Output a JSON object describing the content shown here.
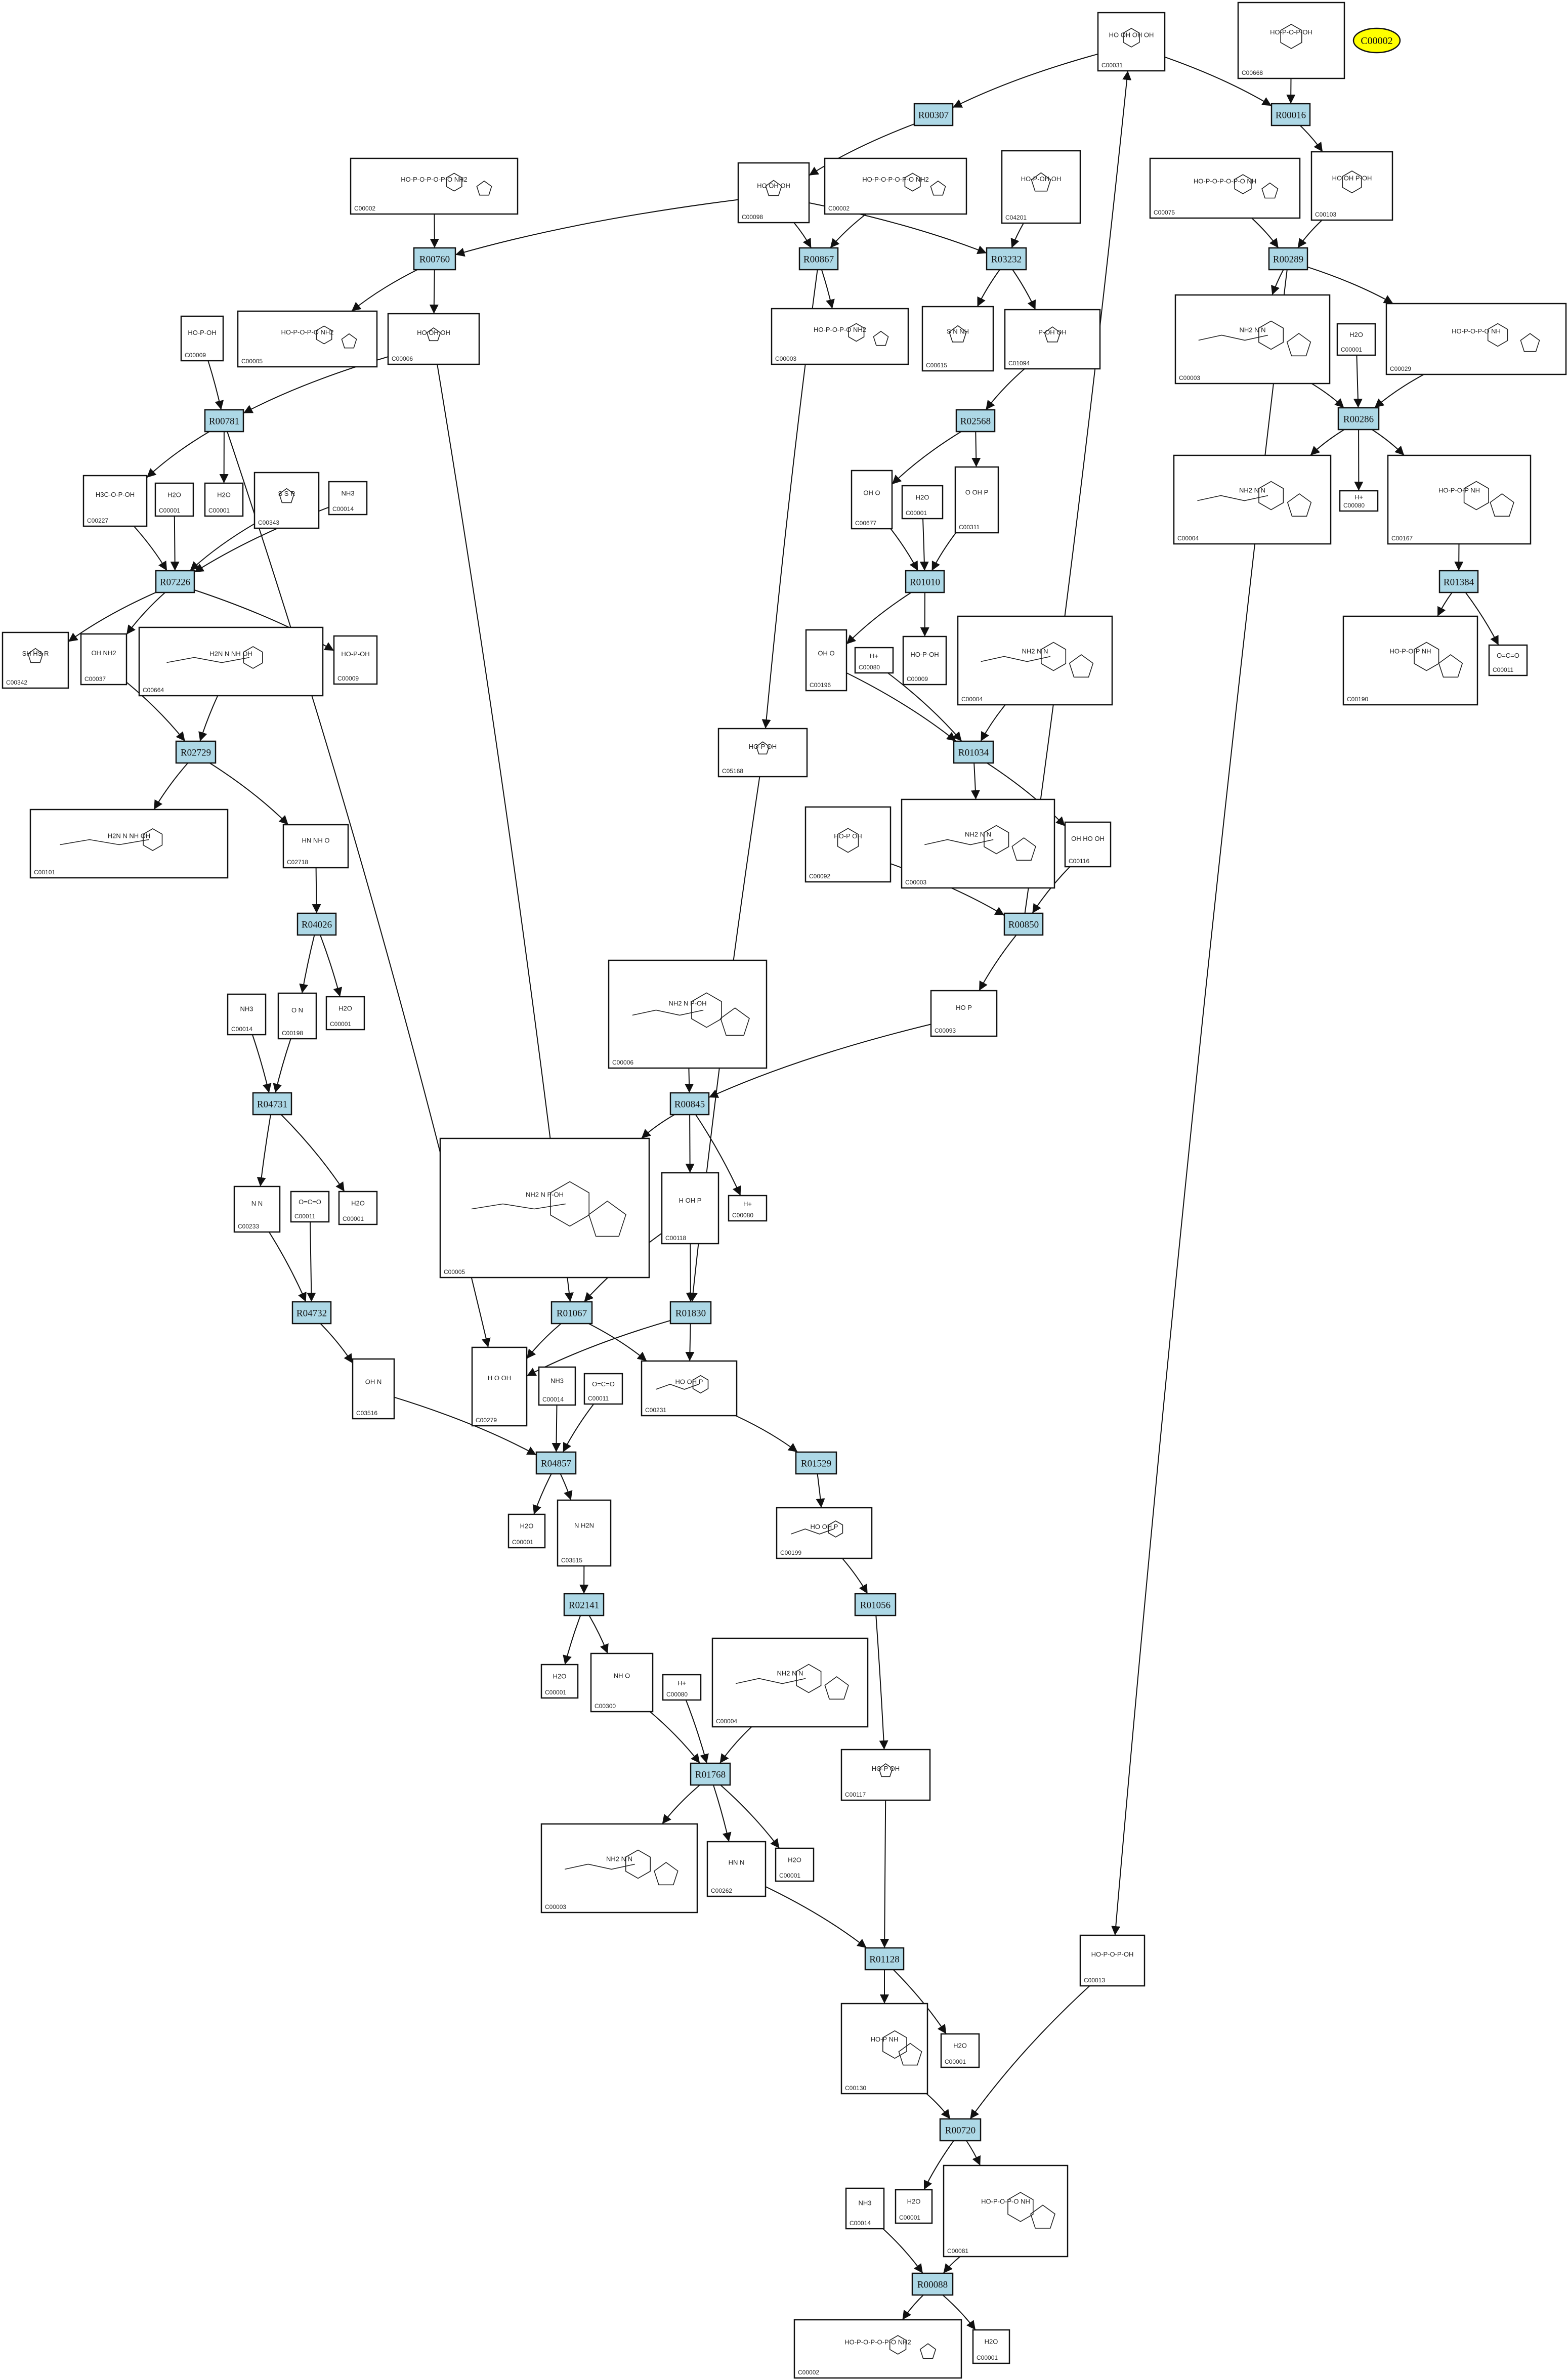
{
  "highlight": {
    "label": "C00002"
  },
  "colors": {
    "reaction_fill": "#add8e6",
    "compound_fill": "#ffffff",
    "highlight_fill": "#ffff00",
    "edge": "#111111"
  },
  "compounds": [
    {
      "id": "C00031",
      "lbl": "C00031",
      "text": "HO OH OH OH",
      "shape": "ring6"
    },
    {
      "id": "C00668",
      "lbl": "C00668",
      "text": "HO-P-O-P-OH",
      "shape": "ring6"
    },
    {
      "id": "C00002a",
      "lbl": "C00002",
      "text": "HO-P-O-P-O-P-O NH2",
      "shape": "nuc"
    },
    {
      "id": "C00098",
      "lbl": "C00098",
      "text": "HO OH OH",
      "shape": "ring5"
    },
    {
      "id": "C00002b",
      "lbl": "C00002",
      "text": "HO-P-O-P-O-P-O NH2",
      "shape": "nuc"
    },
    {
      "id": "C04201",
      "lbl": "C04201",
      "text": "HO-P-OH OH",
      "shape": "ring5"
    },
    {
      "id": "C00075",
      "lbl": "C00075",
      "text": "HO-P-O-P-O-P-O NH",
      "shape": "nuc"
    },
    {
      "id": "C00103",
      "lbl": "C00103",
      "text": "HO OH P-OH",
      "shape": "ring6"
    },
    {
      "id": "C00009a",
      "lbl": "C00009",
      "text": "HO-P-OH",
      "shape": "small"
    },
    {
      "id": "C00005",
      "lbl": "C00005",
      "text": "HO-P-O-P-O NH2",
      "shape": "nuc"
    },
    {
      "id": "C00006",
      "lbl": "C00006",
      "text": "HO OH OH",
      "shape": "ring5"
    },
    {
      "id": "C00003a",
      "lbl": "C00003",
      "text": "HO-P-O-P-O NH2",
      "shape": "nuc"
    },
    {
      "id": "C00615",
      "lbl": "C00615",
      "text": "S N NH",
      "shape": "ring5"
    },
    {
      "id": "C01094",
      "lbl": "C01094",
      "text": "P-OH OH",
      "shape": "ring5"
    },
    {
      "id": "C00003b",
      "lbl": "C00003",
      "text": "NH2 N N",
      "shape": "nad"
    },
    {
      "id": "C00001a",
      "lbl": "C00001",
      "text": "H2O",
      "shape": "small"
    },
    {
      "id": "C00029",
      "lbl": "C00029",
      "text": "HO-P-O-P-O NH",
      "shape": "nuc"
    },
    {
      "id": "C00227",
      "lbl": "C00227",
      "text": "H3C-O-P-OH",
      "shape": "small"
    },
    {
      "id": "C00001b",
      "lbl": "C00001",
      "text": "H2O",
      "shape": "small"
    },
    {
      "id": "C00001c",
      "lbl": "C00001",
      "text": "H2O",
      "shape": "small"
    },
    {
      "id": "C00343",
      "lbl": "C00343",
      "text": "S S R",
      "shape": "ring5"
    },
    {
      "id": "C00014a",
      "lbl": "C00014",
      "text": "NH3",
      "shape": "small"
    },
    {
      "id": "C00677",
      "lbl": "C00677",
      "text": "OH O",
      "shape": "small"
    },
    {
      "id": "C00001d",
      "lbl": "C00001",
      "text": "H2O",
      "shape": "small"
    },
    {
      "id": "C00311",
      "lbl": "C00311",
      "text": "O OH P",
      "shape": "small"
    },
    {
      "id": "C00004a",
      "lbl": "C00004",
      "text": "NH2 N N",
      "shape": "nad"
    },
    {
      "id": "C00080a",
      "lbl": "C00080",
      "text": "H+",
      "shape": "small"
    },
    {
      "id": "C00167",
      "lbl": "C00167",
      "text": "HO-P-O-P NH",
      "shape": "nuc"
    },
    {
      "id": "C00342",
      "lbl": "C00342",
      "text": "SH HS R",
      "shape": "ring5"
    },
    {
      "id": "C00037",
      "lbl": "C00037",
      "text": "OH NH2",
      "shape": "small"
    },
    {
      "id": "C00664",
      "lbl": "C00664",
      "text": "H2N N NH OH",
      "shape": "long"
    },
    {
      "id": "C00009b",
      "lbl": "C00009",
      "text": "HO-P-OH",
      "shape": "small"
    },
    {
      "id": "C00196",
      "lbl": "C00196",
      "text": "OH O",
      "shape": "small"
    },
    {
      "id": "C00080b",
      "lbl": "C00080",
      "text": "H+",
      "shape": "small"
    },
    {
      "id": "C00009c",
      "lbl": "C00009",
      "text": "HO-P-OH",
      "shape": "small"
    },
    {
      "id": "C00004b",
      "lbl": "C00004",
      "text": "NH2 N N",
      "shape": "nad"
    },
    {
      "id": "C00190",
      "lbl": "C00190",
      "text": "HO-P-O-P NH",
      "shape": "nuc"
    },
    {
      "id": "C00011a",
      "lbl": "C00011",
      "text": "O=C=O",
      "shape": "small"
    },
    {
      "id": "C05168",
      "lbl": "C05168",
      "text": "HO-P OH",
      "shape": "ring5"
    },
    {
      "id": "C00101",
      "lbl": "C00101",
      "text": "H2N N NH OH",
      "shape": "long"
    },
    {
      "id": "C02718",
      "lbl": "C02718",
      "text": "HN NH O",
      "shape": "small"
    },
    {
      "id": "C00092",
      "lbl": "C00092",
      "text": "HO-P OH",
      "shape": "ring6"
    },
    {
      "id": "C00003c",
      "lbl": "C00003",
      "text": "NH2 N N",
      "shape": "nad"
    },
    {
      "id": "C00116",
      "lbl": "C00116",
      "text": "OH HO OH",
      "shape": "small"
    },
    {
      "id": "C00014b",
      "lbl": "C00014",
      "text": "NH3",
      "shape": "small"
    },
    {
      "id": "C00198",
      "lbl": "C00198",
      "text": "O N",
      "shape": "small"
    },
    {
      "id": "C00001e",
      "lbl": "C00001",
      "text": "H2O",
      "shape": "small"
    },
    {
      "id": "C00006b",
      "lbl": "C00006",
      "text": "NH2 N P-OH",
      "shape": "nad"
    },
    {
      "id": "C00093",
      "lbl": "C00093",
      "text": "HO P",
      "shape": "small"
    },
    {
      "id": "C00005b",
      "lbl": "C00005",
      "text": "NH2 N P-OH",
      "shape": "nad"
    },
    {
      "id": "C00233",
      "lbl": "C00233",
      "text": "N N",
      "shape": "small"
    },
    {
      "id": "C00011b",
      "lbl": "C00011",
      "text": "O=C=O",
      "shape": "small"
    },
    {
      "id": "C00001f",
      "lbl": "C00001",
      "text": "H2O",
      "shape": "small"
    },
    {
      "id": "C00118",
      "lbl": "C00118",
      "text": "H OH P",
      "shape": "small"
    },
    {
      "id": "C00080c",
      "lbl": "C00080",
      "text": "H+",
      "shape": "small"
    },
    {
      "id": "C00279",
      "lbl": "C00279",
      "text": "H O OH",
      "shape": "small"
    },
    {
      "id": "C03516",
      "lbl": "C03516",
      "text": "OH N",
      "shape": "small"
    },
    {
      "id": "C00014c",
      "lbl": "C00014",
      "text": "NH3",
      "shape": "small"
    },
    {
      "id": "C00011c",
      "lbl": "C00011",
      "text": "O=C=O",
      "shape": "small"
    },
    {
      "id": "C00231",
      "lbl": "C00231",
      "text": "HO OH P",
      "shape": "long"
    },
    {
      "id": "C00001g",
      "lbl": "C00001",
      "text": "H2O",
      "shape": "small"
    },
    {
      "id": "C03515",
      "lbl": "C03515",
      "text": "N H2N",
      "shape": "small"
    },
    {
      "id": "C00199",
      "lbl": "C00199",
      "text": "HO OH P",
      "shape": "long"
    },
    {
      "id": "C00001h",
      "lbl": "C00001",
      "text": "H2O",
      "shape": "small"
    },
    {
      "id": "C00300",
      "lbl": "C00300",
      "text": "NH O",
      "shape": "small"
    },
    {
      "id": "C00080d",
      "lbl": "C00080",
      "text": "H+",
      "shape": "small"
    },
    {
      "id": "C00004c",
      "lbl": "C00004",
      "text": "NH2 N N",
      "shape": "nad"
    },
    {
      "id": "C00117",
      "lbl": "C00117",
      "text": "HO-P OH",
      "shape": "ring5"
    },
    {
      "id": "C00003d",
      "lbl": "C00003",
      "text": "NH2 N N",
      "shape": "nad"
    },
    {
      "id": "C00262",
      "lbl": "C00262",
      "text": "HN N",
      "shape": "small"
    },
    {
      "id": "C00001i",
      "lbl": "C00001",
      "text": "H2O",
      "shape": "small"
    },
    {
      "id": "C00013",
      "lbl": "C00013",
      "text": "HO-P-O-P-OH",
      "shape": "small"
    },
    {
      "id": "C00130",
      "lbl": "C00130",
      "text": "HO-P NH",
      "shape": "nuc"
    },
    {
      "id": "C00001j",
      "lbl": "C00001",
      "text": "H2O",
      "shape": "small"
    },
    {
      "id": "C00014d",
      "lbl": "C00014",
      "text": "NH3",
      "shape": "small"
    },
    {
      "id": "C00001k",
      "lbl": "C00001",
      "text": "H2O",
      "shape": "small"
    },
    {
      "id": "C00081",
      "lbl": "C00081",
      "text": "HO-P-O-P-O NH",
      "shape": "nuc"
    },
    {
      "id": "C00002c",
      "lbl": "C00002",
      "text": "HO-P-O-P-O-P-O NH2",
      "shape": "nuc"
    },
    {
      "id": "C00001l",
      "lbl": "C00001",
      "text": "H2O",
      "shape": "small"
    }
  ],
  "reactions": [
    {
      "id": "R00307",
      "lbl": "R00307"
    },
    {
      "id": "R00016",
      "lbl": "R00016"
    },
    {
      "id": "R00760",
      "lbl": "R00760"
    },
    {
      "id": "R00867",
      "lbl": "R00867"
    },
    {
      "id": "R03232",
      "lbl": "R03232"
    },
    {
      "id": "R00289",
      "lbl": "R00289"
    },
    {
      "id": "R00781",
      "lbl": "R00781"
    },
    {
      "id": "R02568",
      "lbl": "R02568"
    },
    {
      "id": "R00286",
      "lbl": "R00286"
    },
    {
      "id": "R07226",
      "lbl": "R07226"
    },
    {
      "id": "R01010",
      "lbl": "R01010"
    },
    {
      "id": "R01384",
      "lbl": "R01384"
    },
    {
      "id": "R02729",
      "lbl": "R02729"
    },
    {
      "id": "R01034",
      "lbl": "R01034"
    },
    {
      "id": "R04026",
      "lbl": "R04026"
    },
    {
      "id": "R00850",
      "lbl": "R00850"
    },
    {
      "id": "R04731",
      "lbl": "R04731"
    },
    {
      "id": "R00845",
      "lbl": "R00845"
    },
    {
      "id": "R04732",
      "lbl": "R04732"
    },
    {
      "id": "R01067",
      "lbl": "R01067"
    },
    {
      "id": "R01830",
      "lbl": "R01830"
    },
    {
      "id": "R04857",
      "lbl": "R04857"
    },
    {
      "id": "R01529",
      "lbl": "R01529"
    },
    {
      "id": "R02141",
      "lbl": "R02141"
    },
    {
      "id": "R01056",
      "lbl": "R01056"
    },
    {
      "id": "R01768",
      "lbl": "R01768"
    },
    {
      "id": "R01128",
      "lbl": "R01128"
    },
    {
      "id": "R00720",
      "lbl": "R00720"
    },
    {
      "id": "R00088",
      "lbl": "R00088"
    }
  ],
  "edges": [
    [
      "C00031",
      "R00307"
    ],
    [
      "R00307",
      "C00098"
    ],
    [
      "C00031",
      "R00016"
    ],
    [
      "C00668",
      "R00016"
    ],
    [
      "R00016",
      "C00103"
    ],
    [
      "C00002a",
      "R00760"
    ],
    [
      "C00098",
      "R00760"
    ],
    [
      "C00098",
      "R00867"
    ],
    [
      "C00002b",
      "R00867"
    ],
    [
      "C00098",
      "R03232"
    ],
    [
      "C04201",
      "R03232"
    ],
    [
      "C00075",
      "R00289"
    ],
    [
      "C00103",
      "R00289"
    ],
    [
      "R00760",
      "C00005"
    ],
    [
      "R00760",
      "C00006"
    ],
    [
      "R00867",
      "C00003a"
    ],
    [
      "R00867",
      "C05168"
    ],
    [
      "R03232",
      "C00615"
    ],
    [
      "R03232",
      "C01094"
    ],
    [
      "R00289",
      "C00003b"
    ],
    [
      "R00289",
      "C00029"
    ],
    [
      "R00289",
      "C00013"
    ],
    [
      "C00009a",
      "R00781"
    ],
    [
      "C00006",
      "R00781"
    ],
    [
      "C00006",
      "R01067"
    ],
    [
      "R00781",
      "C00227"
    ],
    [
      "R00781",
      "C00001c"
    ],
    [
      "R00781",
      "C00279"
    ],
    [
      "C01094",
      "R02568"
    ],
    [
      "R02568",
      "C00677"
    ],
    [
      "R02568",
      "C00311"
    ],
    [
      "C00003b",
      "R00286"
    ],
    [
      "C00001a",
      "R00286"
    ],
    [
      "C00029",
      "R00286"
    ],
    [
      "R00286",
      "C00004a"
    ],
    [
      "R00286",
      "C00080a"
    ],
    [
      "R00286",
      "C00167"
    ],
    [
      "C00227",
      "R07226"
    ],
    [
      "C00001b",
      "R07226"
    ],
    [
      "C00343",
      "R07226"
    ],
    [
      "C00014a",
      "R07226"
    ],
    [
      "R07226",
      "C00342"
    ],
    [
      "R07226",
      "C00037"
    ],
    [
      "R07226",
      "C00009b"
    ],
    [
      "C00037",
      "R02729"
    ],
    [
      "C00664",
      "R02729"
    ],
    [
      "C00677",
      "R01010"
    ],
    [
      "C00001d",
      "R01010"
    ],
    [
      "C00311",
      "R01010"
    ],
    [
      "R01010",
      "C00196"
    ],
    [
      "R01010",
      "C00009c"
    ],
    [
      "C00167",
      "R01384"
    ],
    [
      "R01384",
      "C00190"
    ],
    [
      "R01384",
      "C00011a"
    ],
    [
      "R02729",
      "C00101"
    ],
    [
      "R02729",
      "C02718"
    ],
    [
      "C00196",
      "R01034"
    ],
    [
      "C00080b",
      "R01034"
    ],
    [
      "C00004b",
      "R01034"
    ],
    [
      "R01034",
      "C00003c"
    ],
    [
      "R01034",
      "C00116"
    ],
    [
      "C02718",
      "R04026"
    ],
    [
      "R04026",
      "C00198"
    ],
    [
      "R04026",
      "C00001e"
    ],
    [
      "C00092",
      "R00850"
    ],
    [
      "C00116",
      "R00850"
    ],
    [
      "R00850",
      "C00031"
    ],
    [
      "R00850",
      "C00093"
    ],
    [
      "C00014b",
      "R04731"
    ],
    [
      "C00198",
      "R04731"
    ],
    [
      "C00006b",
      "R00845"
    ],
    [
      "C00093",
      "R00845"
    ],
    [
      "R04731",
      "C00233"
    ],
    [
      "R04731",
      "C00001f"
    ],
    [
      "R00845",
      "C00005b"
    ],
    [
      "R00845",
      "C00118"
    ],
    [
      "R00845",
      "C00080c"
    ],
    [
      "C00233",
      "R04732"
    ],
    [
      "C00011b",
      "R04732"
    ],
    [
      "C00118",
      "R01067"
    ],
    [
      "C00118",
      "R01830"
    ],
    [
      "C05168",
      "R01830"
    ],
    [
      "R04732",
      "C03516"
    ],
    [
      "R01067",
      "C00279"
    ],
    [
      "R01067",
      "C00231"
    ],
    [
      "R01830",
      "C00279"
    ],
    [
      "R01830",
      "C00231"
    ],
    [
      "C03516",
      "R04857"
    ],
    [
      "C00014c",
      "R04857"
    ],
    [
      "C00011c",
      "R04857"
    ],
    [
      "C00231",
      "R01529"
    ],
    [
      "R04857",
      "C00001g"
    ],
    [
      "R04857",
      "C03515"
    ],
    [
      "R01529",
      "C00199"
    ],
    [
      "C03515",
      "R02141"
    ],
    [
      "C00199",
      "R01056"
    ],
    [
      "R02141",
      "C00001h"
    ],
    [
      "R02141",
      "C00300"
    ],
    [
      "C00300",
      "R01768"
    ],
    [
      "C00080d",
      "R01768"
    ],
    [
      "C00004c",
      "R01768"
    ],
    [
      "R01056",
      "C00117"
    ],
    [
      "R01768",
      "C00003d"
    ],
    [
      "R01768",
      "C00262"
    ],
    [
      "R01768",
      "C00001i"
    ],
    [
      "C00262",
      "R01128"
    ],
    [
      "C00117",
      "R01128"
    ],
    [
      "R01128",
      "C00130"
    ],
    [
      "R01128",
      "C00001j"
    ],
    [
      "C00130",
      "R00720"
    ],
    [
      "C00013",
      "R00720"
    ],
    [
      "R00720",
      "C00001k"
    ],
    [
      "R00720",
      "C00081"
    ],
    [
      "C00014d",
      "R00088"
    ],
    [
      "C00081",
      "R00088"
    ],
    [
      "R00088",
      "C00002c"
    ],
    [
      "R00088",
      "C00001l"
    ]
  ]
}
